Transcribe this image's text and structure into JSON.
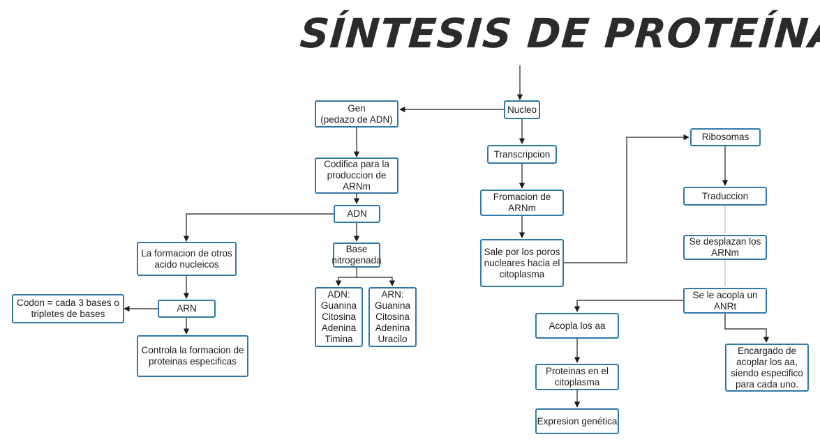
{
  "title": "SÍNTESIS DE PROTEÍNAS",
  "nodes": {
    "nucleo": [
      "Nucleo"
    ],
    "gen": [
      "Gen",
      "(pedazo de ADN)"
    ],
    "codifica": [
      "Codifica para la",
      "produccion de",
      "ARNm"
    ],
    "adn": [
      "ADN"
    ],
    "otros": [
      "La formacion de otros",
      "acido nucleicos"
    ],
    "arn": [
      "ARN"
    ],
    "codon": [
      "Codon = cada 3 bases o",
      "tripletes de bases"
    ],
    "controla": [
      "Controla la formacion de",
      "proteinas especificas"
    ],
    "base": [
      "Base",
      "nitrogenada"
    ],
    "adn_bases": [
      "ADN:",
      "Guanina",
      "Citosina",
      "Adenina",
      "Timina"
    ],
    "arn_bases": [
      "ARN:",
      "Guanina",
      "Citosina",
      "Adenina",
      "Uracilo"
    ],
    "transcripcion": [
      "Transcripcion"
    ],
    "formacion": [
      "Fromacion de",
      "ARNm"
    ],
    "sale": [
      "Sale por los poros",
      "nucleares hacia el",
      "citoplasma"
    ],
    "ribosomas": [
      "Ribosomas"
    ],
    "traduccion": [
      "Traduccion"
    ],
    "desplazan": [
      "Se desplazan los",
      "ARNm"
    ],
    "acopla_anrt": [
      "Se le acopla un",
      "ANRt"
    ],
    "acopla_aa": [
      "Acopla los aa"
    ],
    "encargado": [
      "Encargado de",
      "acoplar los aa,",
      "siendo especifico",
      "para cada uno."
    ],
    "proteinas": [
      "Proteinas en el",
      "citoplasma"
    ],
    "expresion": [
      "Expresion genética"
    ]
  }
}
